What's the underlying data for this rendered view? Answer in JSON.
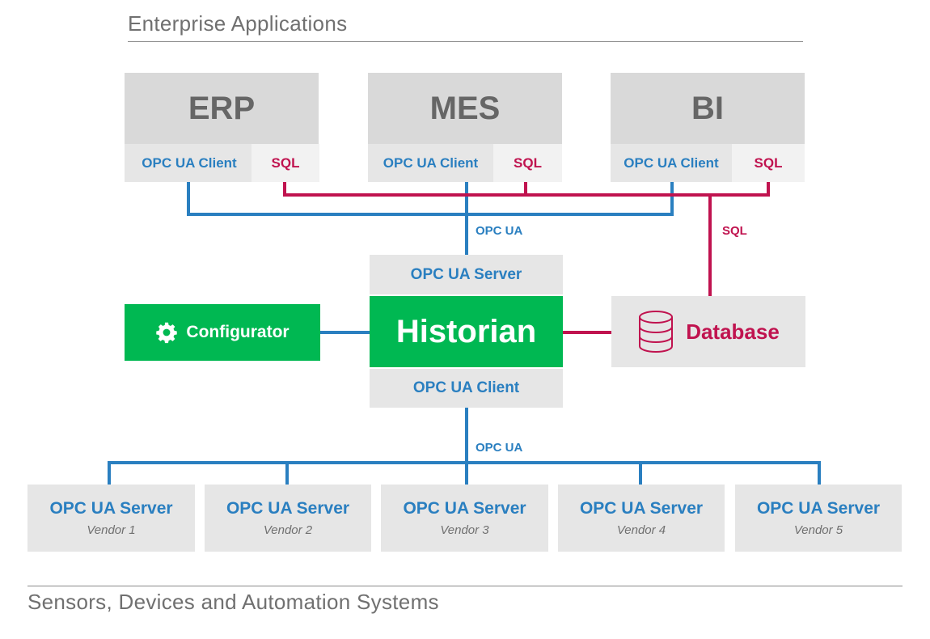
{
  "sections": {
    "top_title": "Enterprise Applications",
    "bottom_title": "Sensors, Devices and Automation Systems"
  },
  "colors": {
    "opc_blue": "#2a7fc0",
    "sql_red": "#c0134f",
    "historian_green": "#00b852",
    "box_grey": "#e6e6e6"
  },
  "enterprise_apps": [
    {
      "name": "ERP",
      "client_label": "OPC UA Client",
      "sql_label": "SQL"
    },
    {
      "name": "MES",
      "client_label": "OPC UA Client",
      "sql_label": "SQL"
    },
    {
      "name": "BI",
      "client_label": "OPC UA Client",
      "sql_label": "SQL"
    }
  ],
  "connections": {
    "upper_opc_label": "OPC UA",
    "sql_label": "SQL",
    "lower_opc_label": "OPC UA"
  },
  "historian": {
    "server_label": "OPC UA Server",
    "name": "Historian",
    "client_label": "OPC UA Client"
  },
  "configurator": {
    "label": "Configurator",
    "icon": "gear-icon"
  },
  "database": {
    "label": "Database",
    "icon": "database-icon"
  },
  "vendors": [
    {
      "title": "OPC UA Server",
      "vendor": "Vendor 1"
    },
    {
      "title": "OPC UA Server",
      "vendor": "Vendor 2"
    },
    {
      "title": "OPC UA Server",
      "vendor": "Vendor 3"
    },
    {
      "title": "OPC UA Server",
      "vendor": "Vendor 4"
    },
    {
      "title": "OPC UA Server",
      "vendor": "Vendor 5"
    }
  ]
}
